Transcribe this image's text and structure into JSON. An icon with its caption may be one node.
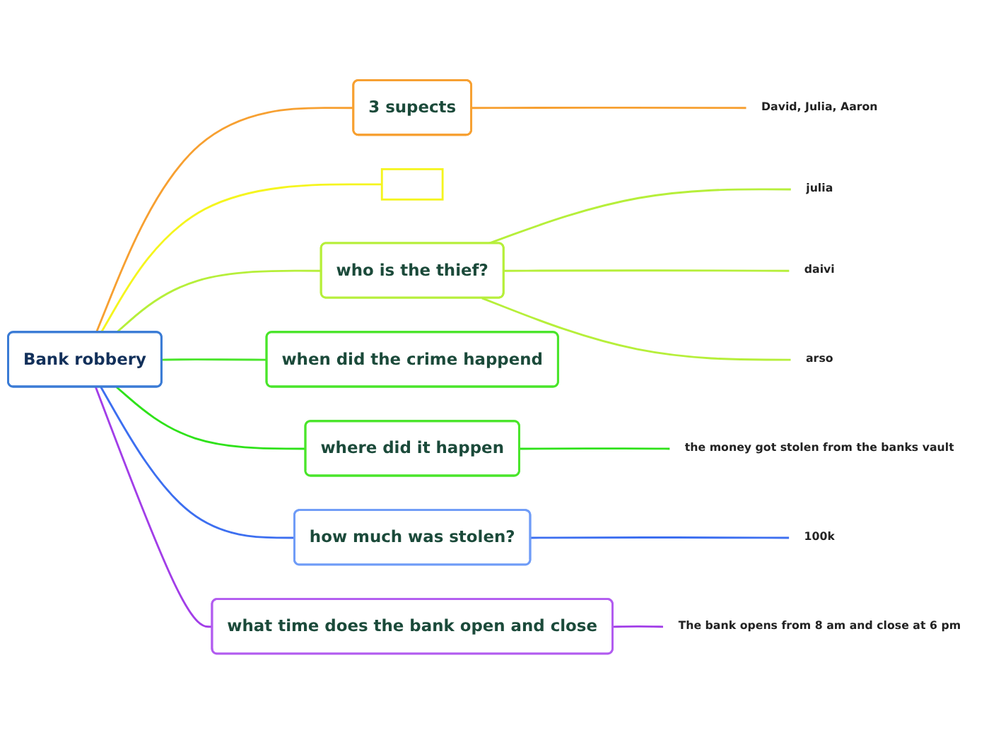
{
  "diagram": {
    "nodes": [
      {
        "text": [
          "Bank robbery"
        ]
      },
      {
        "text": [
          "3 supects"
        ]
      },
      {
        "text": [
          "David, Julia, Aaron"
        ]
      },
      {
        "text": [],
        "shape": "box"
      },
      {
        "text": [
          "who is the thief?"
        ]
      },
      {
        "text": [
          "julia"
        ]
      },
      {
        "text": [
          "daivi"
        ]
      },
      {
        "text": [
          "arso"
        ]
      },
      {
        "text": [
          "when did the crime happend"
        ]
      },
      {
        "text": [
          "where did it happen"
        ]
      },
      {
        "text": [
          "the money got stolen from the banks vault"
        ]
      },
      {
        "text": [
          "how much was stolen?"
        ]
      },
      {
        "text": [
          "100k"
        ]
      },
      {
        "text": [
          "what time does the bank open and close"
        ]
      },
      {
        "text": [
          "The bank opens from 8 am and close at 6 pm"
        ]
      }
    ],
    "edges": [
      {
        "from": 0,
        "to": 1,
        "arrow": "none",
        "color": "#f7a031"
      },
      {
        "from": 0,
        "to": 3,
        "arrow": "none",
        "color": "#f5f51e"
      },
      {
        "from": 0,
        "to": 4,
        "arrow": "none",
        "color": "#b6ef3a"
      },
      {
        "from": 0,
        "to": 8,
        "arrow": "none",
        "color": "#49e52a"
      },
      {
        "from": 0,
        "to": 9,
        "arrow": "none",
        "color": "#2fe21a"
      },
      {
        "from": 0,
        "to": 11,
        "arrow": "none",
        "color": "#3d6ff0"
      },
      {
        "from": 0,
        "to": 13,
        "arrow": "none",
        "color": "#a23ee8"
      },
      {
        "from": 1,
        "to": 2,
        "arrow": "none",
        "color": "#f7a031"
      },
      {
        "from": 4,
        "to": 5,
        "arrow": "none",
        "color": "#b6ef3a"
      },
      {
        "from": 4,
        "to": 6,
        "arrow": "none",
        "color": "#b6ef3a"
      },
      {
        "from": 4,
        "to": 7,
        "arrow": "none",
        "color": "#b6ef3a"
      },
      {
        "from": 9,
        "to": 10,
        "arrow": "none",
        "color": "#2fe21a"
      },
      {
        "from": 11,
        "to": 12,
        "arrow": "none",
        "color": "#3d6ff0"
      },
      {
        "from": 13,
        "to": 14,
        "arrow": "none",
        "color": "#a23ee8"
      }
    ]
  }
}
